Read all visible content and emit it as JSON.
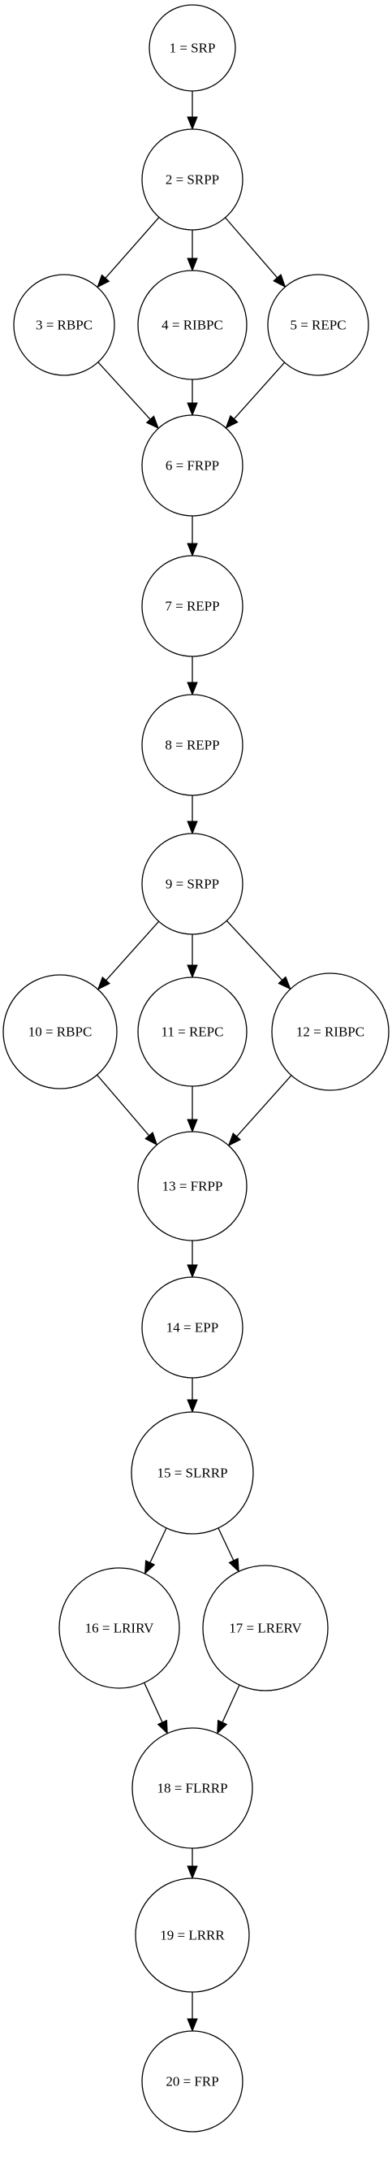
{
  "diagram": {
    "nodes": [
      {
        "id": 1,
        "label": "1 = SRP"
      },
      {
        "id": 2,
        "label": "2 = SRPP"
      },
      {
        "id": 3,
        "label": "3 = RBPC"
      },
      {
        "id": 4,
        "label": "4 = RIBPC"
      },
      {
        "id": 5,
        "label": "5 = REPC"
      },
      {
        "id": 6,
        "label": "6 = FRPP"
      },
      {
        "id": 7,
        "label": "7 = REPP"
      },
      {
        "id": 8,
        "label": "8 = REPP"
      },
      {
        "id": 9,
        "label": "9 = SRPP"
      },
      {
        "id": 10,
        "label": "10 = RBPC"
      },
      {
        "id": 11,
        "label": "11 = REPC"
      },
      {
        "id": 12,
        "label": "12 = RIBPC"
      },
      {
        "id": 13,
        "label": "13 = FRPP"
      },
      {
        "id": 14,
        "label": "14 = EPP"
      },
      {
        "id": 15,
        "label": "15 = SLRRP"
      },
      {
        "id": 16,
        "label": "16 = LRIRV"
      },
      {
        "id": 17,
        "label": "17 = LRERV"
      },
      {
        "id": 18,
        "label": "18 = FLRRP"
      },
      {
        "id": 19,
        "label": "19 = LRRR"
      },
      {
        "id": 20,
        "label": "20 = FRP"
      }
    ],
    "edges": [
      [
        1,
        2
      ],
      [
        2,
        3
      ],
      [
        2,
        4
      ],
      [
        2,
        5
      ],
      [
        3,
        6
      ],
      [
        4,
        6
      ],
      [
        5,
        6
      ],
      [
        6,
        7
      ],
      [
        7,
        8
      ],
      [
        8,
        9
      ],
      [
        9,
        10
      ],
      [
        9,
        11
      ],
      [
        9,
        12
      ],
      [
        10,
        13
      ],
      [
        11,
        13
      ],
      [
        12,
        13
      ],
      [
        13,
        14
      ],
      [
        14,
        15
      ],
      [
        15,
        16
      ],
      [
        15,
        17
      ],
      [
        16,
        18
      ],
      [
        17,
        18
      ],
      [
        18,
        19
      ],
      [
        19,
        20
      ]
    ]
  }
}
